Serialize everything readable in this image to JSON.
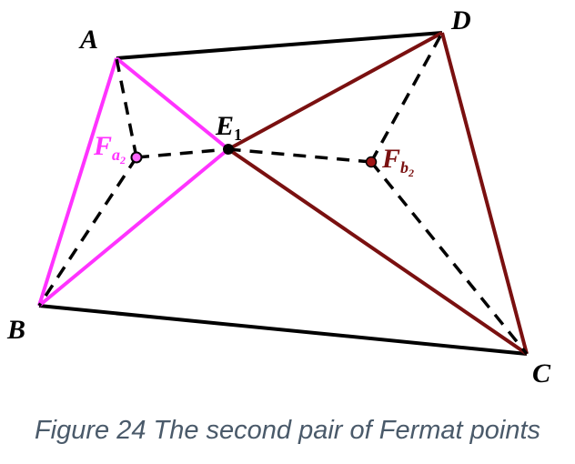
{
  "figure": {
    "caption": "Figure 24 The second pair of Fermat points",
    "labels": {
      "A": "A",
      "B": "B",
      "C": "C",
      "D": "D",
      "E_main": "E",
      "E_sub": "1",
      "Fa_main": "F",
      "Fa_sub": "a",
      "Fa_subsub": "2",
      "Fb_main": "F",
      "Fb_sub": "b",
      "Fb_subsub": "2"
    },
    "colors": {
      "quadrilateral": "#000000",
      "magenta_triangle": "#ff33ff",
      "brown_triangle": "#7a1010",
      "dashed": "#000000",
      "caption": "#4a5a6a"
    }
  }
}
